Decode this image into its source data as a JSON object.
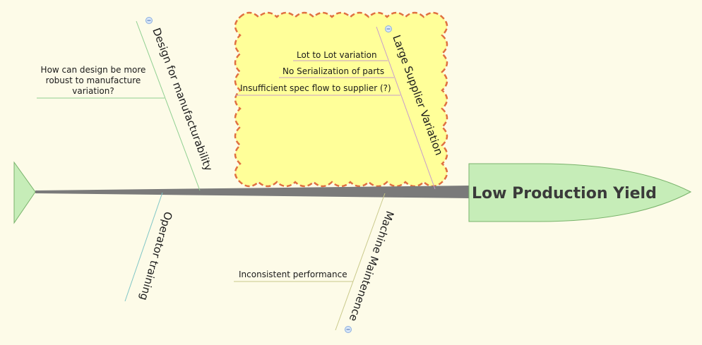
{
  "head": {
    "title": "Low Production Yield"
  },
  "bones": {
    "design": {
      "label": "Design for manufacturability",
      "causes": [
        "How can design be more",
        "robust to manufacture",
        "variation?"
      ]
    },
    "supplier": {
      "label": "Large Supplier Variation",
      "causes": [
        "Lot to Lot variation",
        "No Serialization of parts",
        "Insufficient spec flow to supplier (?)"
      ]
    },
    "operator": {
      "label": "Operator training"
    },
    "machine": {
      "label": "Machine Maintenence",
      "causes": [
        "Inconsistent performance"
      ]
    }
  },
  "colors": {
    "background": "#fdfbe8",
    "head_fill": "#c6edb8",
    "head_stroke": "#79b36b",
    "spine": "#7a7a7a",
    "bone_design": "#8fcf90",
    "bone_supplier": "#c79ccc",
    "bone_operator": "#7fc6c6",
    "bone_machine": "#c9c98a",
    "cloud_fill": "#ffff99",
    "cloud_stroke": "#e07040",
    "collapse_icon": "#8aaee0"
  }
}
